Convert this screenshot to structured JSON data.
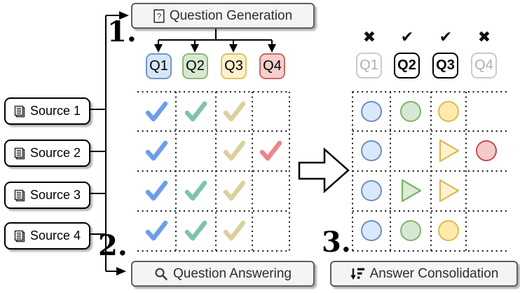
{
  "steps": {
    "one": "1.",
    "two": "2.",
    "three": "3."
  },
  "process": {
    "question_generation": {
      "label": "Question Generation",
      "icon": "question-page-icon"
    },
    "question_answering": {
      "label": "Question Answering",
      "icon": "magnifier-icon"
    },
    "answer_consolidation": {
      "label": "Answer Consolidation",
      "icon": "sort-descending-icon"
    }
  },
  "sources": [
    {
      "label": "Source 1"
    },
    {
      "label": "Source 2"
    },
    {
      "label": "Source 3"
    },
    {
      "label": "Source 4"
    }
  ],
  "questions": [
    {
      "id": "Q1",
      "color": "blue"
    },
    {
      "id": "Q2",
      "color": "green"
    },
    {
      "id": "Q3",
      "color": "yellow"
    },
    {
      "id": "Q4",
      "color": "red"
    }
  ],
  "answer_matrix": [
    [
      "blue",
      "green",
      "yellow",
      null
    ],
    [
      "blue",
      null,
      "yellow",
      "red"
    ],
    [
      "blue",
      "green",
      "yellow",
      null
    ],
    [
      "blue",
      "green",
      "yellow",
      null
    ]
  ],
  "consolidation_header": [
    {
      "id": "Q1",
      "mark": "✖",
      "kept": false
    },
    {
      "id": "Q2",
      "mark": "✔",
      "kept": true
    },
    {
      "id": "Q3",
      "mark": "✔",
      "kept": true
    },
    {
      "id": "Q4",
      "mark": "✖",
      "kept": false
    }
  ],
  "consolidated_matrix": [
    [
      {
        "shape": "circle",
        "color": "blue"
      },
      {
        "shape": "circle",
        "color": "green"
      },
      {
        "shape": "circle",
        "color": "yellow"
      },
      null
    ],
    [
      {
        "shape": "circle",
        "color": "blue"
      },
      null,
      {
        "shape": "triangle",
        "color": "yellow"
      },
      {
        "shape": "circle",
        "color": "red"
      }
    ],
    [
      {
        "shape": "circle",
        "color": "blue"
      },
      {
        "shape": "triangle",
        "color": "green"
      },
      {
        "shape": "triangle",
        "color": "yellow"
      },
      null
    ],
    [
      {
        "shape": "circle",
        "color": "blue"
      },
      {
        "shape": "circle",
        "color": "green"
      },
      {
        "shape": "circle",
        "color": "yellow"
      },
      null
    ]
  ],
  "palette": {
    "check": {
      "blue": "#6d9eeb",
      "green": "#7ec4a7",
      "yellow": "#ddcf9f",
      "red": "#ee8686"
    },
    "chip": {
      "blue": {
        "fill": "#d7e6f7",
        "stroke": "#7396c8"
      },
      "green": {
        "fill": "#d7e9d4",
        "stroke": "#8ab876"
      },
      "yellow": {
        "fill": "#fdf2cc",
        "stroke": "#dfc264"
      },
      "red": {
        "fill": "#f6cecb",
        "stroke": "#c96a65"
      }
    },
    "circle": {
      "blue": {
        "fill": "#dae8fc",
        "stroke": "#6c8ebf"
      },
      "green": {
        "fill": "#d5e8d4",
        "stroke": "#82b366"
      },
      "yellow": {
        "fill": "#ffeaae",
        "stroke": "#dfb94f"
      },
      "red": {
        "fill": "#f5caca",
        "stroke": "#c0504d"
      }
    },
    "triangle": {
      "green": {
        "fill": "#ddecd6",
        "stroke": "#7fb167"
      },
      "yellow": {
        "fill": "#fdf3d3",
        "stroke": "#ddba55"
      }
    }
  }
}
